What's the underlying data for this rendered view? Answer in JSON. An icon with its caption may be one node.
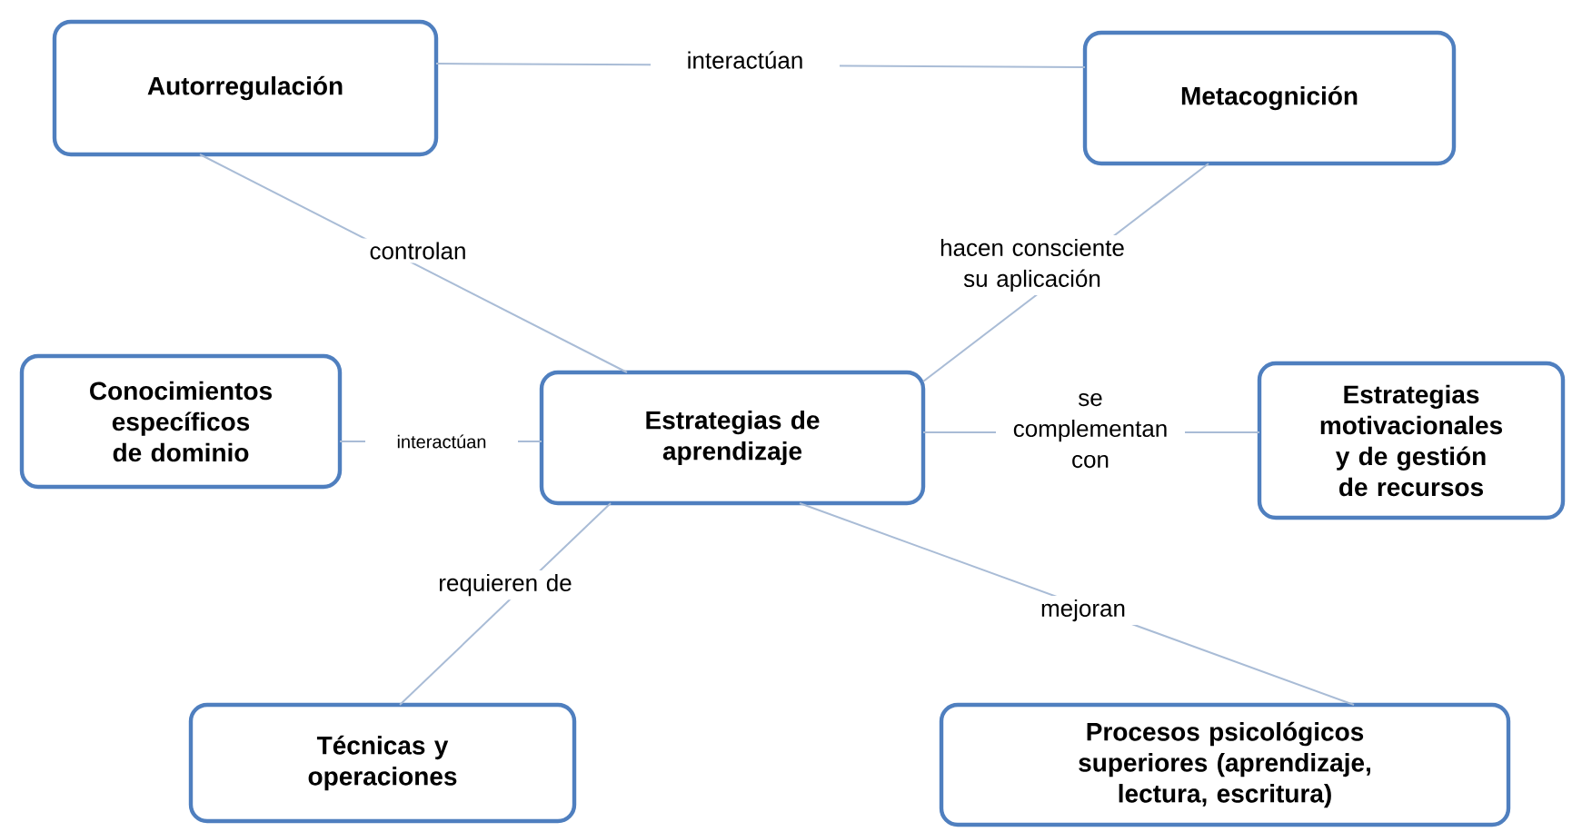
{
  "diagram": {
    "nodes": [
      {
        "text": [
          "Autorregulación"
        ]
      },
      {
        "text": [
          "Metacognición"
        ]
      },
      {
        "text": [
          "Conocimientos específicos de dominio"
        ]
      },
      {
        "text": [
          "Estrategias de aprendizaje"
        ]
      },
      {
        "text": [
          "Estrategias motivacionales y de gestión de recursos"
        ]
      },
      {
        "text": [
          "Técnicas y operaciones"
        ]
      },
      {
        "text": [
          "Procesos psicológicos superiores (aprendizaje, lectura, escritura)"
        ]
      }
    ],
    "edges": [
      {
        "from": 0,
        "to": 1,
        "arrow": "none",
        "label": "interactúan"
      },
      {
        "from": 0,
        "to": 3,
        "arrow": "none",
        "label": "controlan"
      },
      {
        "from": 1,
        "to": 3,
        "arrow": "none",
        "label": "hacen consciente su aplicación"
      },
      {
        "from": 2,
        "to": 3,
        "arrow": "none",
        "label": "interactúan"
      },
      {
        "from": 3,
        "to": 4,
        "arrow": "none",
        "label": "se complementan con"
      },
      {
        "from": 3,
        "to": 5,
        "arrow": "none",
        "label": "requieren de"
      },
      {
        "from": 3,
        "to": 6,
        "arrow": "none",
        "label": "mejoran"
      }
    ]
  }
}
